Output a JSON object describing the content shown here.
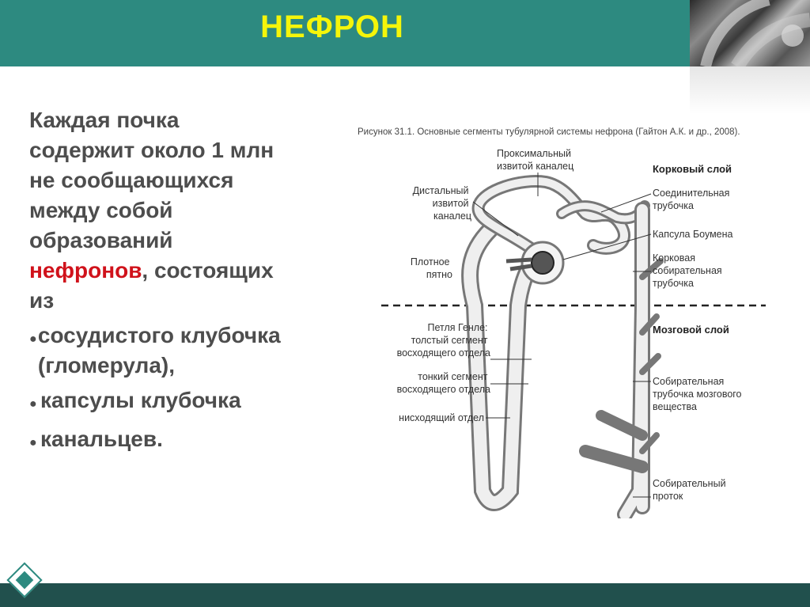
{
  "header": {
    "title": "НЕФРОН"
  },
  "body": {
    "intro_lines": [
      "Каждая почка",
      "содержит около 1 млн",
      "не сообщающихся",
      "между собой",
      "образований"
    ],
    "highlight": "нефронов",
    "after_highlight": ", состоящих",
    "last_line": "из",
    "bullets": [
      "сосудистого клубочка (гломерула),",
      "капсулы клубочка",
      "канальцев."
    ]
  },
  "figure": {
    "caption": "Рисунок 31.1. Основные сегменты тубулярной системы нефрона (Гайтон А.К. и др., 2008).",
    "cortex_label": "Корковый слой",
    "medulla_label": "Мозговой слой",
    "left_labels": {
      "proximal": [
        "Проксимальный",
        "извитой каналец"
      ],
      "distal": [
        "Дистальный",
        "извитой",
        "каналец"
      ],
      "macula": [
        "Плотное",
        "пятно"
      ],
      "henle": [
        "Петля Генле:",
        "толстый сегмент",
        "восходящего отдела"
      ],
      "thin": [
        "тонкий сегмент",
        "восходящего отдела"
      ],
      "descending": [
        "нисходящий отдел"
      ]
    },
    "right_labels": {
      "connecting": [
        "Соединительная",
        "трубочка"
      ],
      "bowman": [
        "Капсула Боумена"
      ],
      "cortical_collecting": [
        "Корковая",
        "собирательная",
        "трубочка"
      ],
      "medullary_collecting": [
        "Собирательная",
        "трубочка мозгового",
        "вещества"
      ],
      "duct": [
        "Собирательный",
        "проток"
      ]
    }
  },
  "colors": {
    "header_bg": "#2d8a80",
    "title": "#f5f50a",
    "footer": "#21504d",
    "highlight": "#d0121b"
  }
}
